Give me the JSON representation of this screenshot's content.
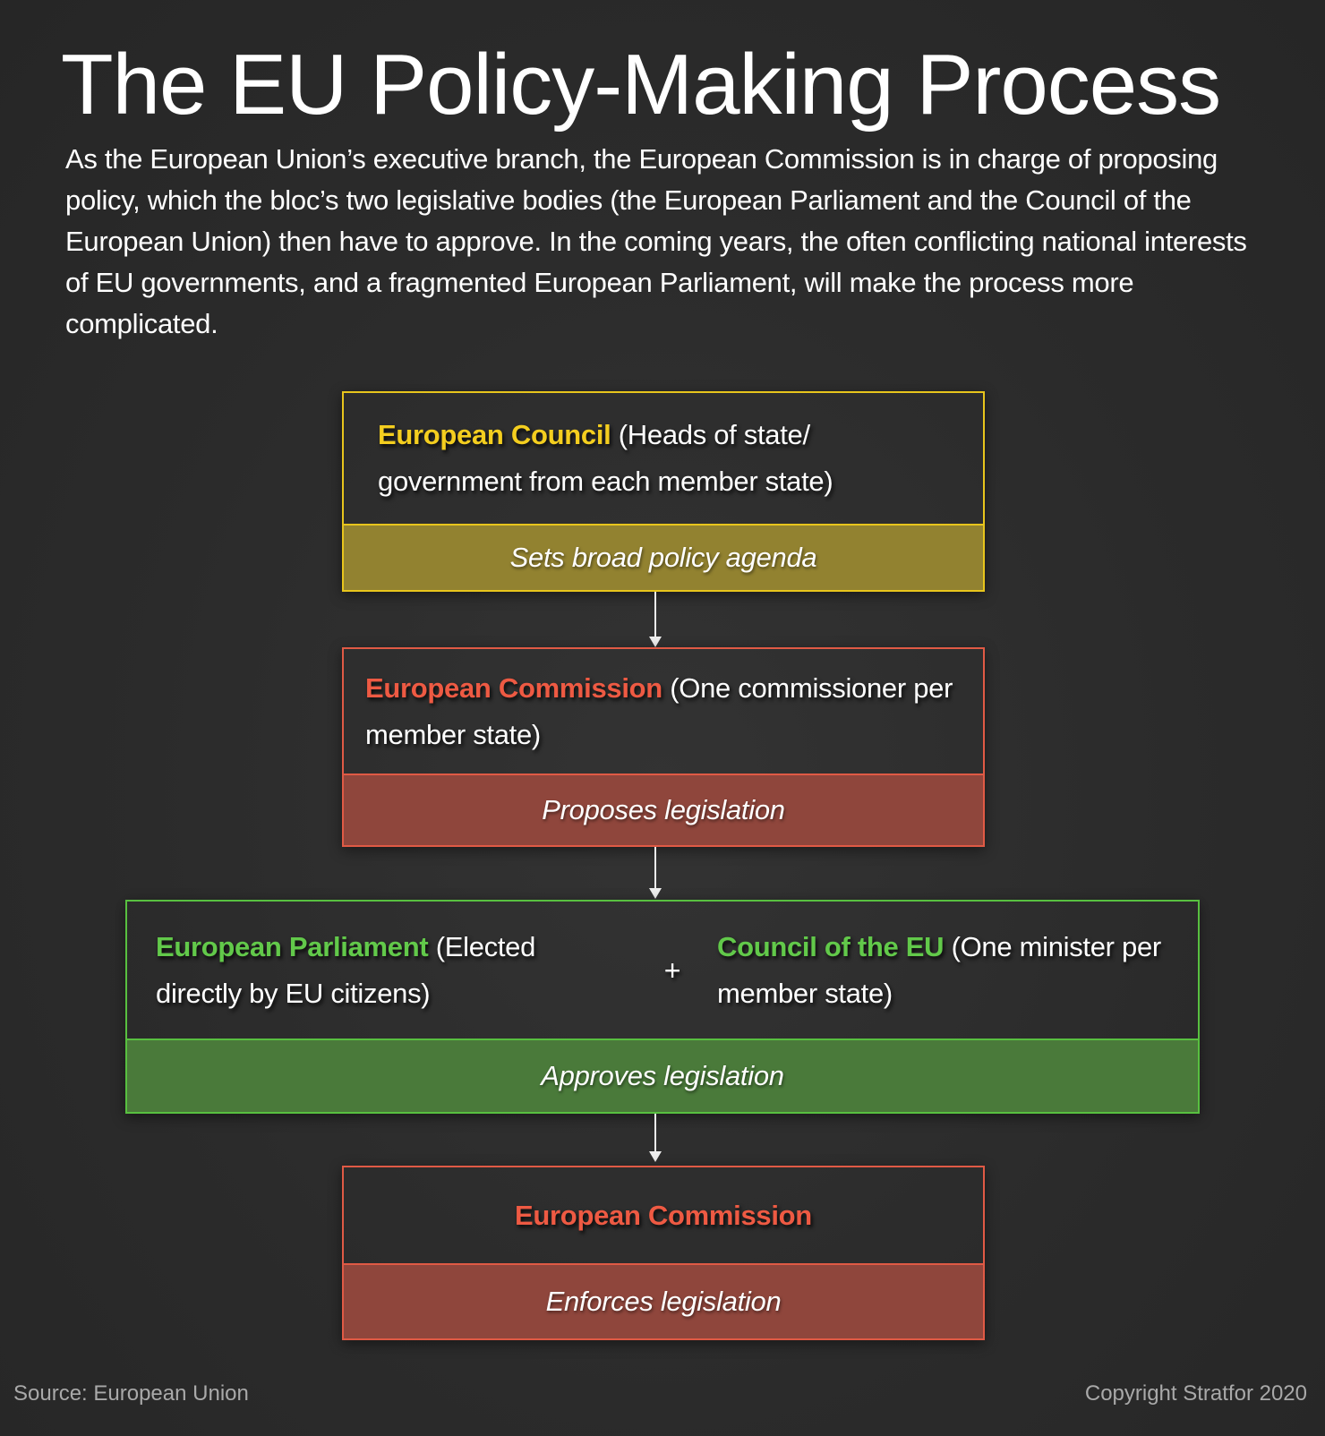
{
  "title": "The EU Policy-Making Process",
  "intro": "As the European Union’s executive branch, the European Commission is in charge of proposing policy, which the bloc’s two legislative bodies (the European Parliament and the Council of the European Union) then have to approve. In the coming years, the often conflicting national interests of EU governments, and a fragmented European Parliament, will make the process more complicated.",
  "steps": [
    {
      "name": "European Council",
      "desc": "(Heads of state/ government from each member state)",
      "role": "Sets broad policy agenda",
      "color": "#f4ce1f"
    },
    {
      "name": "European Commission",
      "desc": "(One commissioner per member state)",
      "role": "Proposes legislation",
      "color": "#ee5a43"
    },
    {
      "bodies": [
        {
          "name": "European Parliament",
          "desc": "(Elected directly by EU citizens)"
        },
        {
          "name": "Council of the EU",
          "desc": "(One minister per member state)"
        }
      ],
      "joiner": "+",
      "role": "Approves legislation",
      "color": "#62c94a"
    },
    {
      "name": "European Commission",
      "role": "Enforces legislation",
      "color": "#ee5a43"
    }
  ],
  "footer": {
    "source": "Source: European Union",
    "copyright": "Copyright Stratfor 2020"
  }
}
